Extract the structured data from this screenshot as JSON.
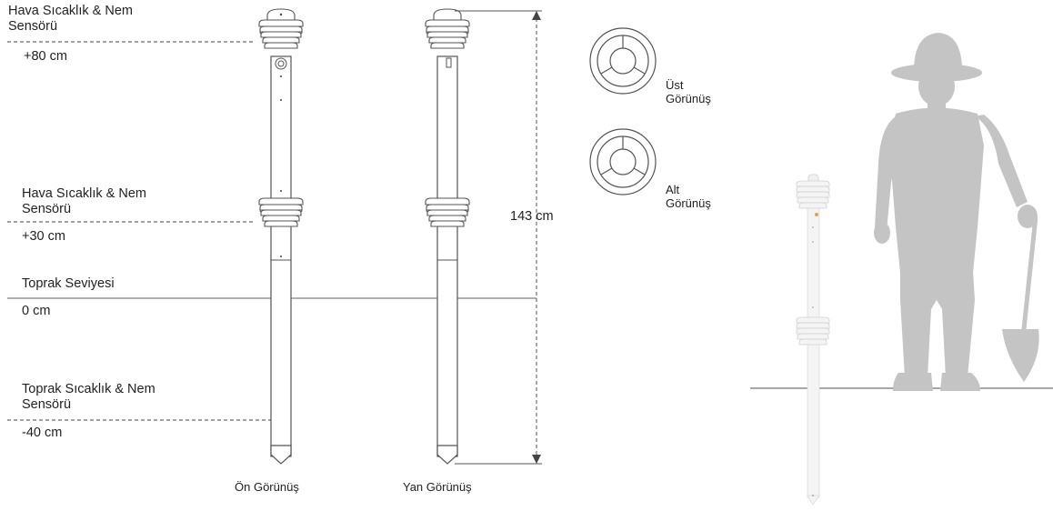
{
  "labels": {
    "air_sensor_top": [
      "Hava Sıcaklık & Nem",
      "Sensörü"
    ],
    "height_top": "+80 cm",
    "air_sensor_mid": [
      "Hava Sıcaklık & Nem",
      "Sensörü"
    ],
    "height_mid": "+30 cm",
    "ground_level": "Toprak Seviyesi",
    "height_ground": "0 cm",
    "soil_sensor": [
      "Toprak Sıcaklık & Nem",
      "Sensörü"
    ],
    "depth_soil": "-40 cm",
    "front_view": "Ön Görünüş",
    "side_view": "Yan Görünüş",
    "total_length": "143 cm",
    "top_view": [
      "Üst",
      "Görünüş"
    ],
    "bottom_view": [
      "Alt",
      "Görünüş"
    ]
  },
  "colors": {
    "line": "#555555",
    "silhouette": "#c4c4c4",
    "device": "#f2f2f2",
    "accent": "#e8a33a"
  }
}
